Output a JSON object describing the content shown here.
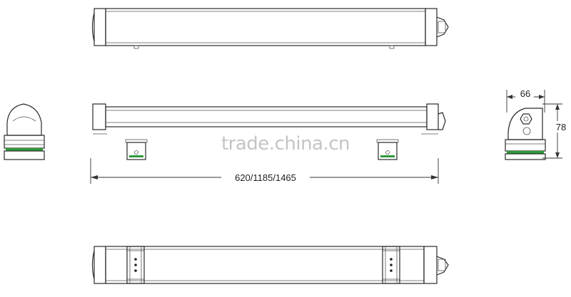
{
  "dimensions": {
    "length_label": "620/1185/1465",
    "width_label": "66",
    "height_label": "78"
  },
  "watermark": "trade.china.cn",
  "colors": {
    "line": "#2a2a2a",
    "accent_green": "#2f9a3a",
    "watermark": "#c4c4c4"
  }
}
